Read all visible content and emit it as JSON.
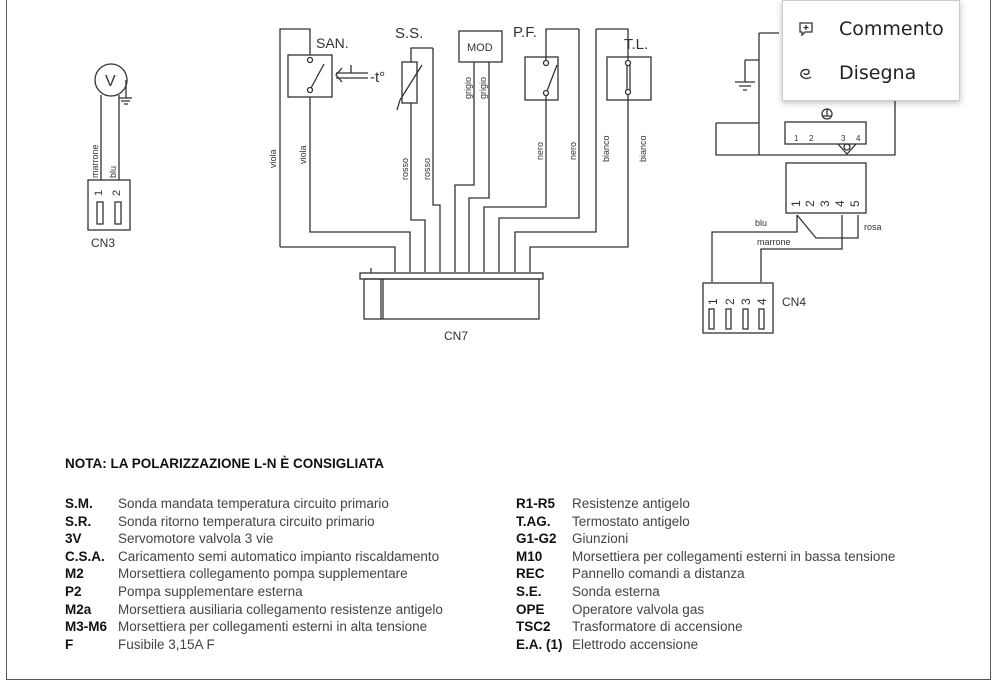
{
  "diagram": {
    "labels": {
      "san": "SAN.",
      "ss": "S.S.",
      "mod": "MOD",
      "pf": "P.F.",
      "tl": "T.L.",
      "temp": "-t°",
      "v": "V",
      "cn3": "CN3",
      "cn7": "CN7",
      "cn4": "CN4",
      "cn3_pins": [
        "1",
        "2"
      ],
      "cn4_pins": [
        "1",
        "2",
        "3",
        "4"
      ],
      "conn5_pins": [
        "1",
        "2",
        "3",
        "4",
        "5"
      ],
      "terminal_pins": [
        "1",
        "2",
        "3",
        "4"
      ]
    },
    "wires": {
      "viola": "viola",
      "rosso": "rosso",
      "grigio": "grigio",
      "nero": "nero",
      "bianco": "bianco",
      "marrone": "marrone",
      "blu": "blu",
      "rosa": "rosa"
    }
  },
  "note": "NOTA: LA POLARIZZAZIONE L-N È CONSIGLIATA",
  "legend_left": [
    {
      "abbr": "S.M.",
      "desc": "Sonda mandata temperatura circuito primario"
    },
    {
      "abbr": "S.R.",
      "desc": "Sonda ritorno temperatura circuito primario"
    },
    {
      "abbr": "3V",
      "desc": "Servomotore valvola 3 vie"
    },
    {
      "abbr": "C.S.A.",
      "desc": "Caricamento semi automatico impianto riscaldamento"
    },
    {
      "abbr": "M2",
      "desc": "Morsettiera collegamento pompa supplementare"
    },
    {
      "abbr": "P2",
      "desc": "Pompa supplementare esterna"
    },
    {
      "abbr": "M2a",
      "desc": "Morsettiera ausiliaria collegamento resistenze antigelo"
    },
    {
      "abbr": "M3-M6",
      "desc": "Morsettiera per collegamenti esterni in alta tensione"
    },
    {
      "abbr": "F",
      "desc": "Fusibile 3,15A F"
    }
  ],
  "legend_right": [
    {
      "abbr": "R1-R5",
      "desc": "Resistenze antigelo"
    },
    {
      "abbr": "T.AG.",
      "desc": "Termostato antigelo"
    },
    {
      "abbr": "G1-G2",
      "desc": "Giunzioni"
    },
    {
      "abbr": "M10",
      "desc": "Morsettiera per collegamenti esterni in bassa tensione"
    },
    {
      "abbr": "REC",
      "desc": "Pannello comandi a distanza"
    },
    {
      "abbr": "S.E.",
      "desc": "Sonda esterna"
    },
    {
      "abbr": "OPE",
      "desc": "Operatore valvola gas"
    },
    {
      "abbr": "TSC2",
      "desc": "Trasformatore di accensione"
    },
    {
      "abbr": "E.A. (1)",
      "desc": "Elettrodo accensione"
    }
  ],
  "context_menu": {
    "items": [
      {
        "label": "Commento",
        "icon": "comment-add-icon"
      },
      {
        "label": "Disegna",
        "icon": "draw-icon"
      }
    ]
  }
}
